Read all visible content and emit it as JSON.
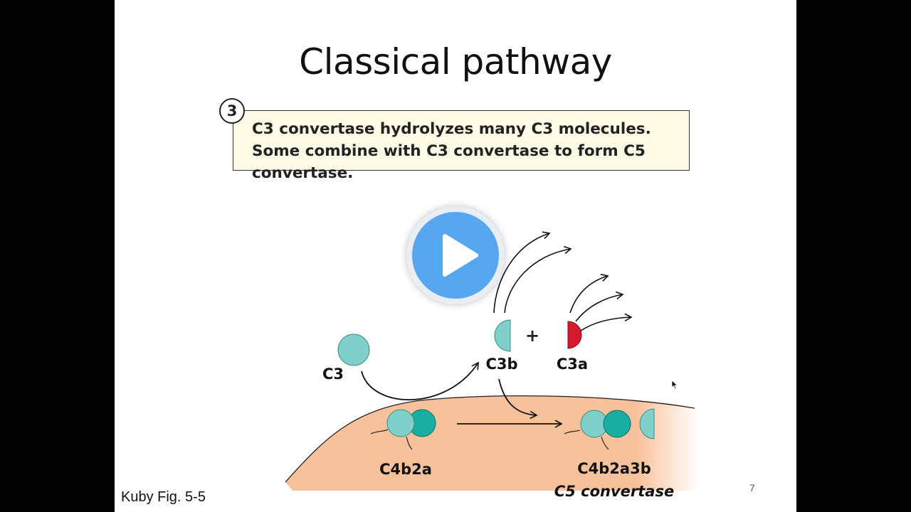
{
  "slide": {
    "title": "Classical pathway",
    "step_number": "3",
    "callout": "C3 convertase hydrolyzes many C3 molecules. Some combine with C3 convertase to form C5 convertase.",
    "caption": "Kuby Fig. 5-5",
    "page_number": "7"
  },
  "diagram": {
    "label_c3": "C3",
    "label_c3b": "C3b",
    "label_c3a": "C3a",
    "plus": "+",
    "label_c4b2a": "C4b2a",
    "label_c4b2a3b": "C4b2a3b",
    "label_c5_convertase": "C5 convertase",
    "colors": {
      "membrane": "#f7c29b",
      "c3": "#7fcfca",
      "c2a": "#1aaea3",
      "c3a": "#d6192e"
    }
  },
  "video": {
    "play_icon": "play-icon"
  }
}
